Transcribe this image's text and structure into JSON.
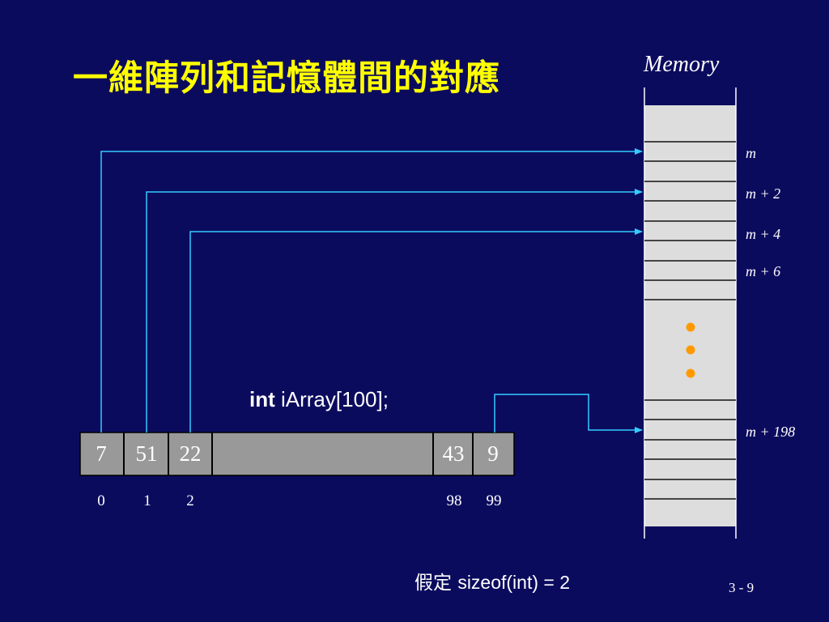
{
  "slide": {
    "title": "一維陣列和記憶體間的對應",
    "memory_label": "Memory",
    "declaration_keyword": "int",
    "declaration_rest": " iArray[100];",
    "note_prefix": "假定 ",
    "note_code": "sizeof(int) = 2",
    "page_number": "3 - 9"
  },
  "array": {
    "cells": [
      {
        "value": "7",
        "index": "0"
      },
      {
        "value": "51",
        "index": "1"
      },
      {
        "value": "22",
        "index": "2"
      },
      {
        "value": "43",
        "index": "98"
      },
      {
        "value": "9",
        "index": "99"
      }
    ]
  },
  "memory": {
    "addresses": [
      "m",
      "m + 2",
      "m + 4",
      "m + 6",
      "m + 198"
    ]
  },
  "colors": {
    "background": "#0b0b5e",
    "title": "#ffff00",
    "arrow": "#33ccff",
    "array_fill": "#999999",
    "memory_fill": "#dddddd",
    "ellipsis_dots": "#ff9900"
  }
}
